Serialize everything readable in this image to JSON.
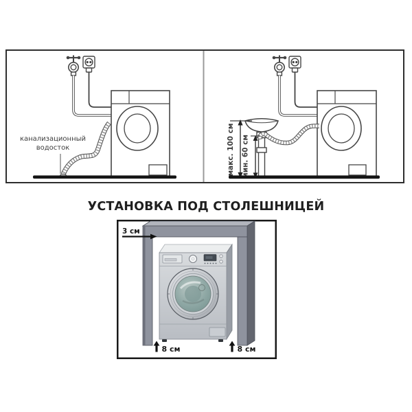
{
  "title": {
    "text": "УСТАНОВКА ПОД СТОЛЕШНИЦЕЙ"
  },
  "top_diagram": {
    "left_panel": {
      "drain_label_line1": "канализационный",
      "drain_label_line2": "водосток"
    },
    "right_panel": {
      "max_height_label": "макс. 100 см",
      "min_height_label": "мин. 60 см"
    }
  },
  "under_counter": {
    "top_gap_label": "3 см",
    "left_foot_label": "8 см",
    "right_foot_label": "8 см"
  },
  "icons": {
    "water_tap": "tap-valve",
    "power_outlet": "socket-with-plug"
  },
  "colors": {
    "line_art": "#454545",
    "floor": "#151515",
    "box_border": "#2e2e2e",
    "counter_front": "#8f939e",
    "counter_top": "#b2b5bd",
    "counter_side": "#63666f",
    "machine_body": "#c9ccd1",
    "door_glass": "#8fa8a5",
    "label_text": "#3d3d3d",
    "title_text": "#1f1f1f"
  }
}
